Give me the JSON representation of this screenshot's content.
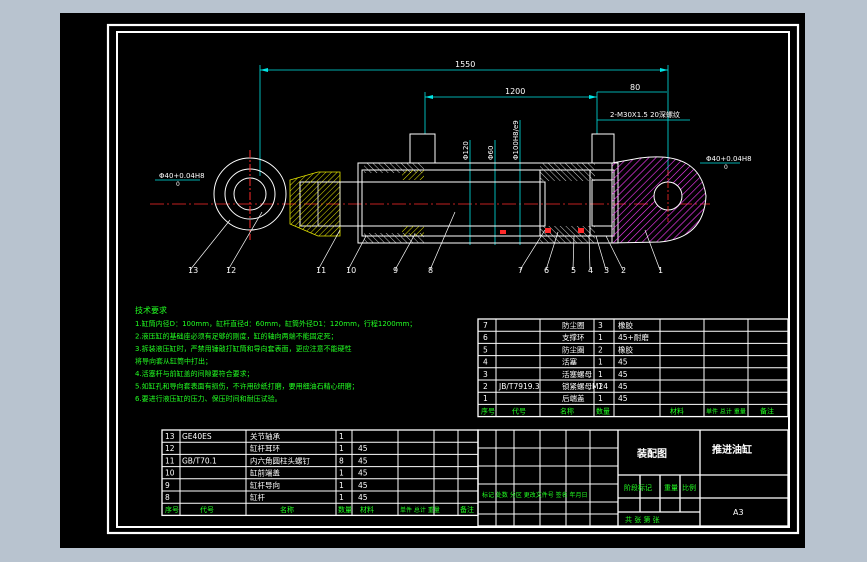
{
  "dimensions": {
    "overall_length": "1550",
    "stroke_length": "1200",
    "port_offset": "80",
    "port_spec": "2-M30X1.5 20深螺纹",
    "bore_dia": "Φ120",
    "rod_dia": "Φ60",
    "bore_fit": "Φ100H8/e9",
    "rod_eye_fit": "Φ40+0.04H8",
    "rod_eye_tol": "0",
    "head_eye_fit": "Φ40+0.04H8",
    "head_eye_tol": "0"
  },
  "balloons": [
    "13",
    "12",
    "11",
    "10",
    "9",
    "8",
    "7",
    "6",
    "5",
    "4",
    "3",
    "2",
    "1"
  ],
  "tech": {
    "title": "技术要求",
    "lines": [
      "1.缸筒内径D：100mm，缸杆直径d：60mm，缸筒外径D1：120mm，行程1200mm；",
      "2.液压缸的基础座必须有足够的刚度，缸的轴向两端不能固定死；",
      "3.拆装液压缸时，严禁用锤敲打缸筒和导向套表面，更应注意不能硬性",
      "  将导向套从缸筒中打出；",
      "4.活塞杆与前缸盖的间隙要符合要求；",
      "5.如缸孔和导向套表面有损伤，不许用砂纸打磨，要用细油石精心研磨；",
      "6.要进行液压缸的压力、保压时间和耐压试验。"
    ]
  },
  "right_parts": [
    {
      "no": "7",
      "code": "",
      "name": "防尘圈",
      "qty": "3",
      "mat": "橡胶"
    },
    {
      "no": "6",
      "code": "",
      "name": "支撑环",
      "qty": "1",
      "mat": "45+耐磨"
    },
    {
      "no": "5",
      "code": "",
      "name": "防尘圈",
      "qty": "2",
      "mat": "橡胶"
    },
    {
      "no": "4",
      "code": "",
      "name": "活塞",
      "qty": "1",
      "mat": "45"
    },
    {
      "no": "3",
      "code": "",
      "name": "活塞螺母",
      "qty": "1",
      "mat": "45"
    },
    {
      "no": "2",
      "code": "JB/T7919.3",
      "name": "锁紧螺母M24",
      "qty": "1",
      "mat": "45"
    },
    {
      "no": "1",
      "code": "",
      "name": "后端盖",
      "qty": "1",
      "mat": "45"
    }
  ],
  "left_parts": [
    {
      "no": "13",
      "code": "GE40ES",
      "name": "关节轴承",
      "qty": "1",
      "mat": ""
    },
    {
      "no": "12",
      "code": "",
      "name": "缸杆耳环",
      "qty": "1",
      "mat": "45"
    },
    {
      "no": "11",
      "code": "GB/T70.1",
      "name": "内六角圆柱头螺钉",
      "qty": "8",
      "mat": "45"
    },
    {
      "no": "10",
      "code": "",
      "name": "缸前端盖",
      "qty": "1",
      "mat": "45"
    },
    {
      "no": "9",
      "code": "",
      "name": "缸杆导向",
      "qty": "1",
      "mat": "45"
    },
    {
      "no": "8",
      "code": "",
      "name": "缸杆",
      "qty": "1",
      "mat": "45"
    }
  ],
  "header_labels": {
    "no": "序号",
    "code": "代号",
    "name": "名称",
    "qty": "数量",
    "mat": "材料",
    "weight": "单件 总计 重量",
    "remark": "备注"
  },
  "title_block": {
    "drawing_title": "装配图",
    "product": "推进油缸",
    "mark_labels": "标记 处数 分区 更改文件号 签名 年月日",
    "stage_label": "阶段标记",
    "weight_label": "重量",
    "scale_label": "比例",
    "sheet_label": "共 张 第 张",
    "format": "A3"
  },
  "colors": {
    "frame": "#ffffff",
    "green": "#22ff22",
    "cyan": "#00e5e5",
    "magenta": "#ff3cff",
    "red": "#ff2a2a",
    "yellow": "#ffe600"
  }
}
